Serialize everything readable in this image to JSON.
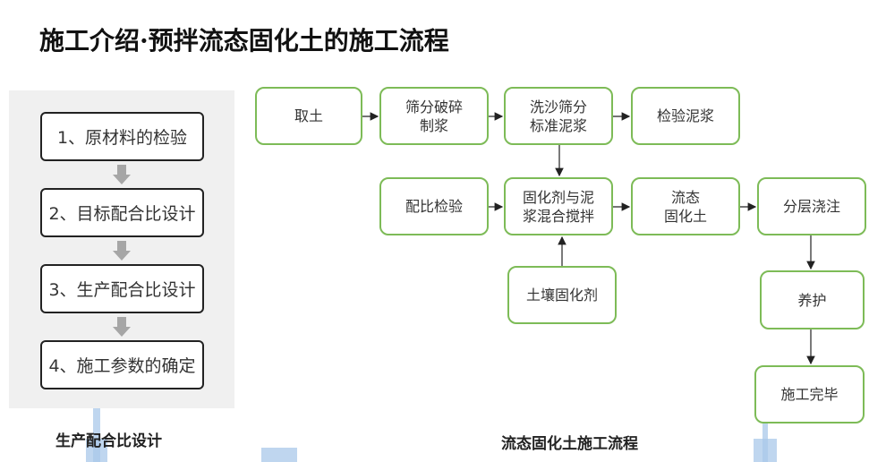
{
  "title": "施工介绍·预拌流态固化土的施工流程",
  "left": {
    "steps": [
      "1、原材料的检验",
      "2、目标配合比设计",
      "3、生产配合比设计",
      "4、施工参数的确定"
    ],
    "caption": "生产配合比设计"
  },
  "flow": {
    "nodes": {
      "qutu": "取土",
      "shaifen": "筛分破碎\n制浆",
      "xisha": "洗沙筛分\n标准泥浆",
      "jianyan": "检验泥浆",
      "peibi": "配比检验",
      "hunhe": "固化剂与泥\n浆混合搅拌",
      "liutai": "流态\n固化土",
      "fenceng": "分层浇注",
      "turang": "土壤固化剂",
      "yanghu": "养护",
      "wanbi": "施工完毕"
    },
    "caption": "流态固化土施工流程"
  },
  "colors": {
    "node_border": "#7dbb57",
    "panel_bg": "#f0f0f0",
    "arrow_gray": "#a6a6a6"
  }
}
